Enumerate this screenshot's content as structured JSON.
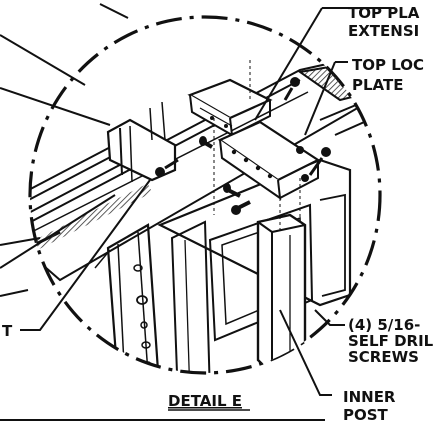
{
  "detail": {
    "title": "DETAIL E"
  },
  "labels": {
    "top_plate_extension_1": "TOP PLA",
    "top_plate_extension_2": "EXTENSI",
    "top_lock_plate_1": "TOP LOC",
    "top_lock_plate_2": "PLATE",
    "screws_1": "(4) 5/16-",
    "screws_2": "SELF DRIL",
    "screws_3": "SCREWS",
    "inner_post_1": "INNER",
    "inner_post_2": "POST",
    "left_t": "T"
  },
  "colors": {
    "ink": "#111111",
    "background": "#ffffff",
    "hatch": "#333333"
  }
}
